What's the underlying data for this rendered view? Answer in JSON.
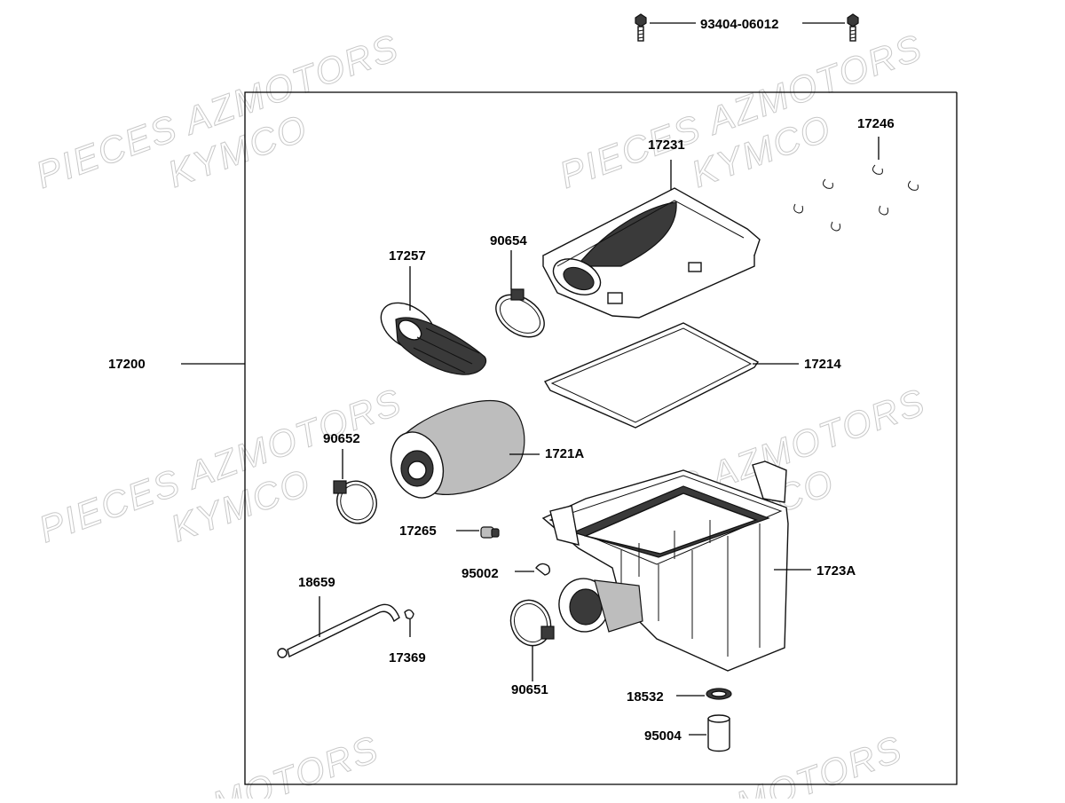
{
  "watermark": {
    "line1": "PIECES AZMOTORS",
    "line2": "KYMCO",
    "line3": "MOTORS"
  },
  "labels": {
    "bolt": "93404-06012",
    "assembly": "17200",
    "cover": "17231",
    "clips": "17246",
    "intake_duct": "17257",
    "clamp_top": "90654",
    "gasket": "17214",
    "filter_element": "1721A",
    "clamp_filter": "90652",
    "drain_plug": "17265",
    "clip_small": "95002",
    "case": "1723A",
    "breather_tube": "18659",
    "tube_clip": "17369",
    "clamp_bottom": "90651",
    "o_ring": "18532",
    "drain_tube": "95004"
  }
}
